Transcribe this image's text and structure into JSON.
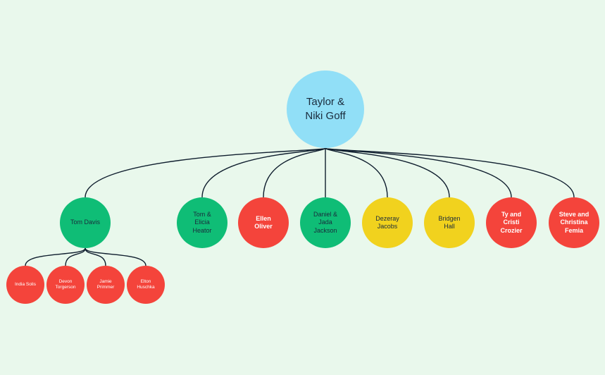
{
  "colors": {
    "background": "#e9f8ec",
    "line": "#0f1e2e",
    "sky": "#91dff7",
    "green": "#0fbd76",
    "red": "#f4443b",
    "yellow": "#f1d21e"
  },
  "tree": {
    "root": {
      "label": "Taylor &\nNiki Goff",
      "color": "sky"
    },
    "children": [
      {
        "label": "Tom Davis",
        "color": "green",
        "text_color": "#1a2b3c",
        "children": [
          {
            "label": "India Solis",
            "color": "red"
          },
          {
            "label": "Devon\nTorgerson",
            "color": "red"
          },
          {
            "label": "Jamie\nPrimmer",
            "color": "red"
          },
          {
            "label": "Elton\nHuschka",
            "color": "red"
          }
        ]
      },
      {
        "label": "Tom &\nElicia\nHeator",
        "color": "green",
        "text_color": "#1a2b3c"
      },
      {
        "label": "Ellen\nOliver",
        "color": "red",
        "text_color": "#ffffff",
        "bold": true
      },
      {
        "label": "Daniel &\nJada\nJackson",
        "color": "green",
        "text_color": "#1a2b3c"
      },
      {
        "label": "Dezeray\nJacobs",
        "color": "yellow",
        "text_color": "#1a2b3c"
      },
      {
        "label": "Bridgen\nHall",
        "color": "yellow",
        "text_color": "#1a2b3c"
      },
      {
        "label": "Ty and\nCristi\nCrozier",
        "color": "red",
        "text_color": "#ffffff",
        "bold": true
      },
      {
        "label": "Steve and\nChristina\nFemia",
        "color": "red",
        "text_color": "#ffffff",
        "bold": true
      }
    ]
  }
}
